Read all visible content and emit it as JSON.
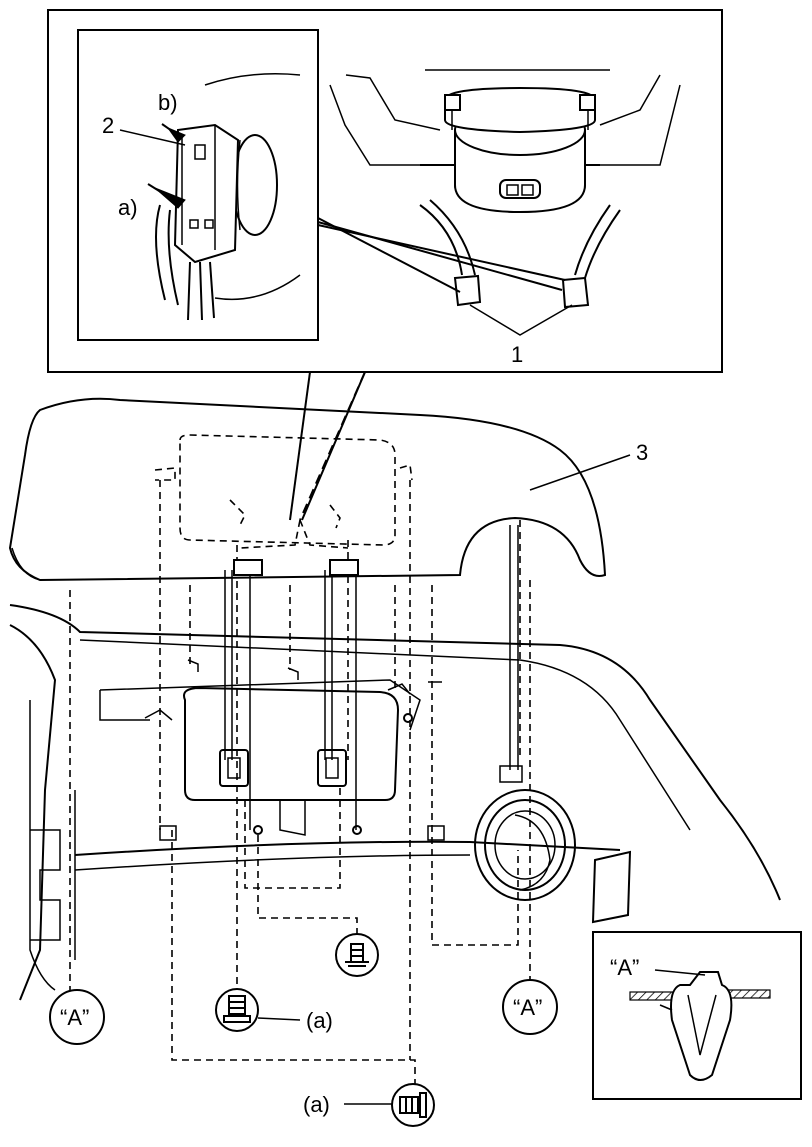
{
  "labels": {
    "callout_1": "1",
    "callout_2": "2",
    "callout_3": "3",
    "callout_a": "a)",
    "callout_b": "b)",
    "clip_left": "“A”",
    "clip_right": "“A”",
    "clip_detail": "“A”",
    "bolt_1": "(a)",
    "bolt_2": "(a)"
  }
}
